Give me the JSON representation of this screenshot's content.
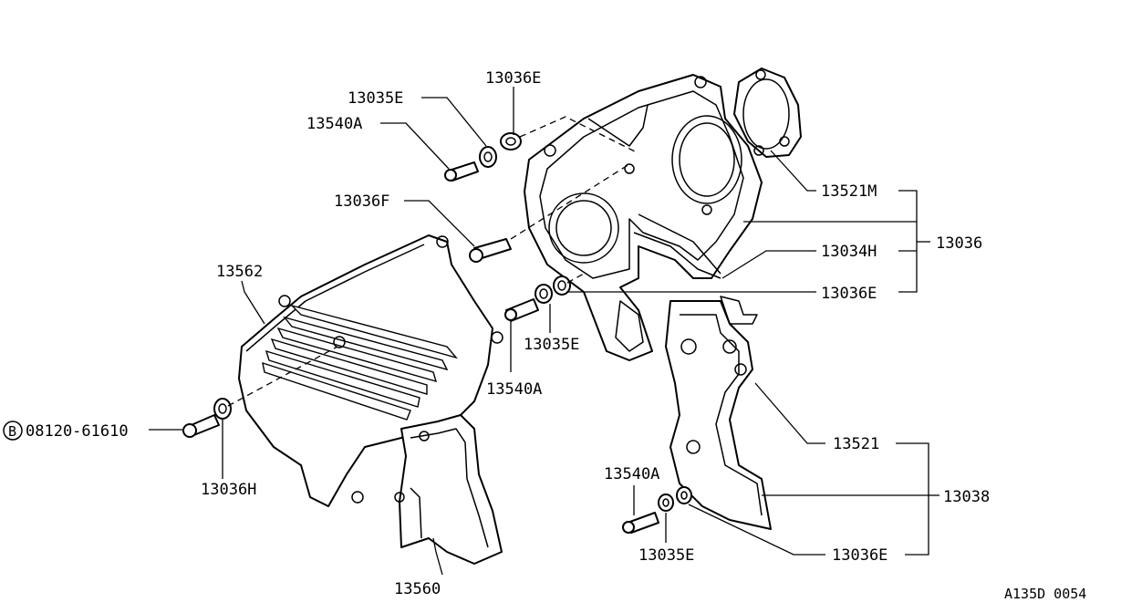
{
  "diagram": {
    "labels": {
      "p13036E_top": "13036E",
      "p13035E_top": "13035E",
      "p13540A_top": "13540A",
      "p13036F": "13036F",
      "p13562": "13562",
      "p08120": "08120-61610",
      "b_symbol": "B",
      "p13036H": "13036H",
      "p13540A_mid": "13540A",
      "p13035E_mid": "13035E",
      "p13521M": "13521M",
      "p13034H": "13034H",
      "p13036E_mid": "13036E",
      "p13036": "13036",
      "p13521": "13521",
      "p13038": "13038",
      "p13540A_bot": "13540A",
      "p13035E_bot": "13035E",
      "p13036E_bot": "13036E",
      "p13560": "13560"
    },
    "figure_code": "A135D 0054"
  }
}
